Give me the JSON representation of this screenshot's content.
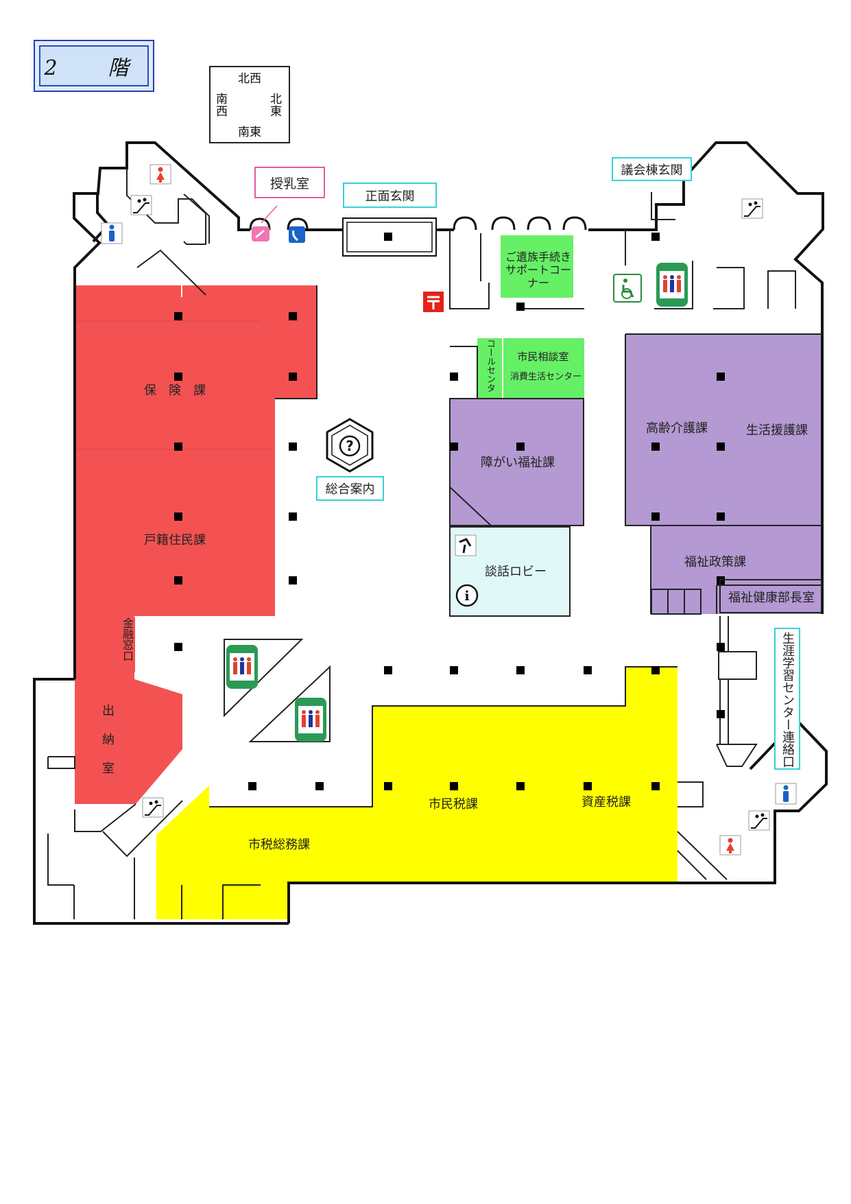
{
  "floor": {
    "label": "2　階"
  },
  "compass": {
    "nw": "北西",
    "sw": "南西",
    "ne": "北東",
    "se": "南東",
    "sw_1": "南",
    "sw_2": "西",
    "ne_1": "北",
    "ne_2": "東"
  },
  "colors": {
    "red": "#f45252",
    "yellow": "#ffff00",
    "purple": "#b499d2",
    "green": "#66f066",
    "lightblue": "#e0f8f8",
    "cyan_border": "#39d0d8"
  },
  "entrances": {
    "main": "正面玄関",
    "council": "議会棟玄関",
    "nursing": "授乳室",
    "lifelong": "生涯学習センター連絡口"
  },
  "info": {
    "general": "総合案内"
  },
  "rooms": {
    "hoken": "保　険　課",
    "koseki": "戸籍住民課",
    "kinyu": "金融窓口",
    "suito_1": "出",
    "suito_2": "納",
    "suito_3": "室",
    "izoku_1": "ご遺族手続き",
    "izoku_2": "サポートコー",
    "izoku_3": "ナー",
    "call": "コールセンター",
    "soudan_1": "市民相談室",
    "soudan_2": "消費生活センター",
    "shogai": "障がい福祉課",
    "dawa": "談話ロビー",
    "korei": "高齢介護課",
    "seikatsu": "生活援護課",
    "fukushi_seisaku": "福祉政策課",
    "buchou": "福祉健康部長室",
    "shiminzei": "市民税課",
    "shisanzei": "資産税課",
    "zeisomu": "市税総務課"
  },
  "icons": [
    "restroom-women-icon",
    "restroom-men-icon",
    "escalator-icon",
    "nursing-room-icon",
    "telephone-icon",
    "post-office-icon",
    "accessible-restroom-icon",
    "elevator-icon",
    "information-icon",
    "smoking-area-icon",
    "question-icon"
  ]
}
